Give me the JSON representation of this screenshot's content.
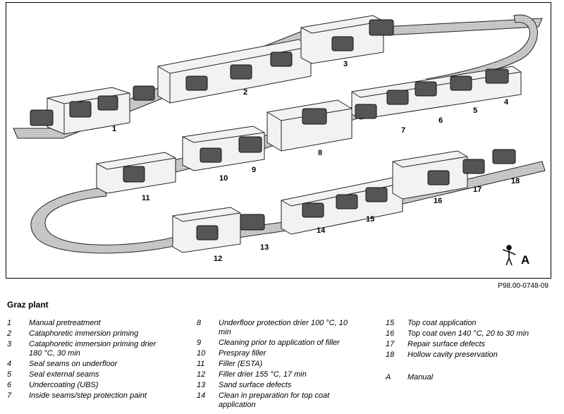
{
  "figure": {
    "label_a": "A",
    "stations": [
      {
        "num": "1"
      },
      {
        "num": "2"
      },
      {
        "num": "3"
      },
      {
        "num": "4"
      },
      {
        "num": "5"
      },
      {
        "num": "6"
      },
      {
        "num": "7"
      },
      {
        "num": "8"
      },
      {
        "num": "9"
      },
      {
        "num": "10"
      },
      {
        "num": "11"
      },
      {
        "num": "12"
      },
      {
        "num": "13"
      },
      {
        "num": "14"
      },
      {
        "num": "15"
      },
      {
        "num": "16"
      },
      {
        "num": "17"
      },
      {
        "num": "18"
      }
    ]
  },
  "reference": "P98.00-0748-09",
  "title": "Graz plant",
  "legend": {
    "col1": [
      {
        "num": "1",
        "text": "Manual pretreatment"
      },
      {
        "num": "2",
        "text": "Cataphoretic immersion priming"
      },
      {
        "num": "3",
        "text": "Cataphoretic immersion priming drier 180 °C, 30 min"
      },
      {
        "num": "4",
        "text": "Seal seams on underfloor"
      },
      {
        "num": "5",
        "text": "Seal external seams"
      },
      {
        "num": "6",
        "text": "Undercoating (UBS)"
      },
      {
        "num": "7",
        "text": "Inside seams/step protection paint"
      }
    ],
    "col2": [
      {
        "num": "8",
        "text": "Underfloor protection drier 100 °C, 10 min"
      },
      {
        "num": "9",
        "text": "Cleaning prior to application of filler"
      },
      {
        "num": "10",
        "text": "Prespray filler"
      },
      {
        "num": "11",
        "text": "Filler (ESTA)"
      },
      {
        "num": "12",
        "text": "Filler drier 155 °C, 17 min"
      },
      {
        "num": "13",
        "text": "Sand surface defects"
      },
      {
        "num": "14",
        "text": "Clean in preparation for top coat application"
      }
    ],
    "col3": [
      {
        "num": "15",
        "text": "Top coat application"
      },
      {
        "num": "16",
        "text": "Top coat oven 140 °C, 20 to 30 min"
      },
      {
        "num": "17",
        "text": "Repair surface defects"
      },
      {
        "num": "18",
        "text": "Hollow cavity preservation"
      },
      {
        "num": "",
        "text": ""
      },
      {
        "num": "A",
        "text": "Manual"
      }
    ]
  }
}
